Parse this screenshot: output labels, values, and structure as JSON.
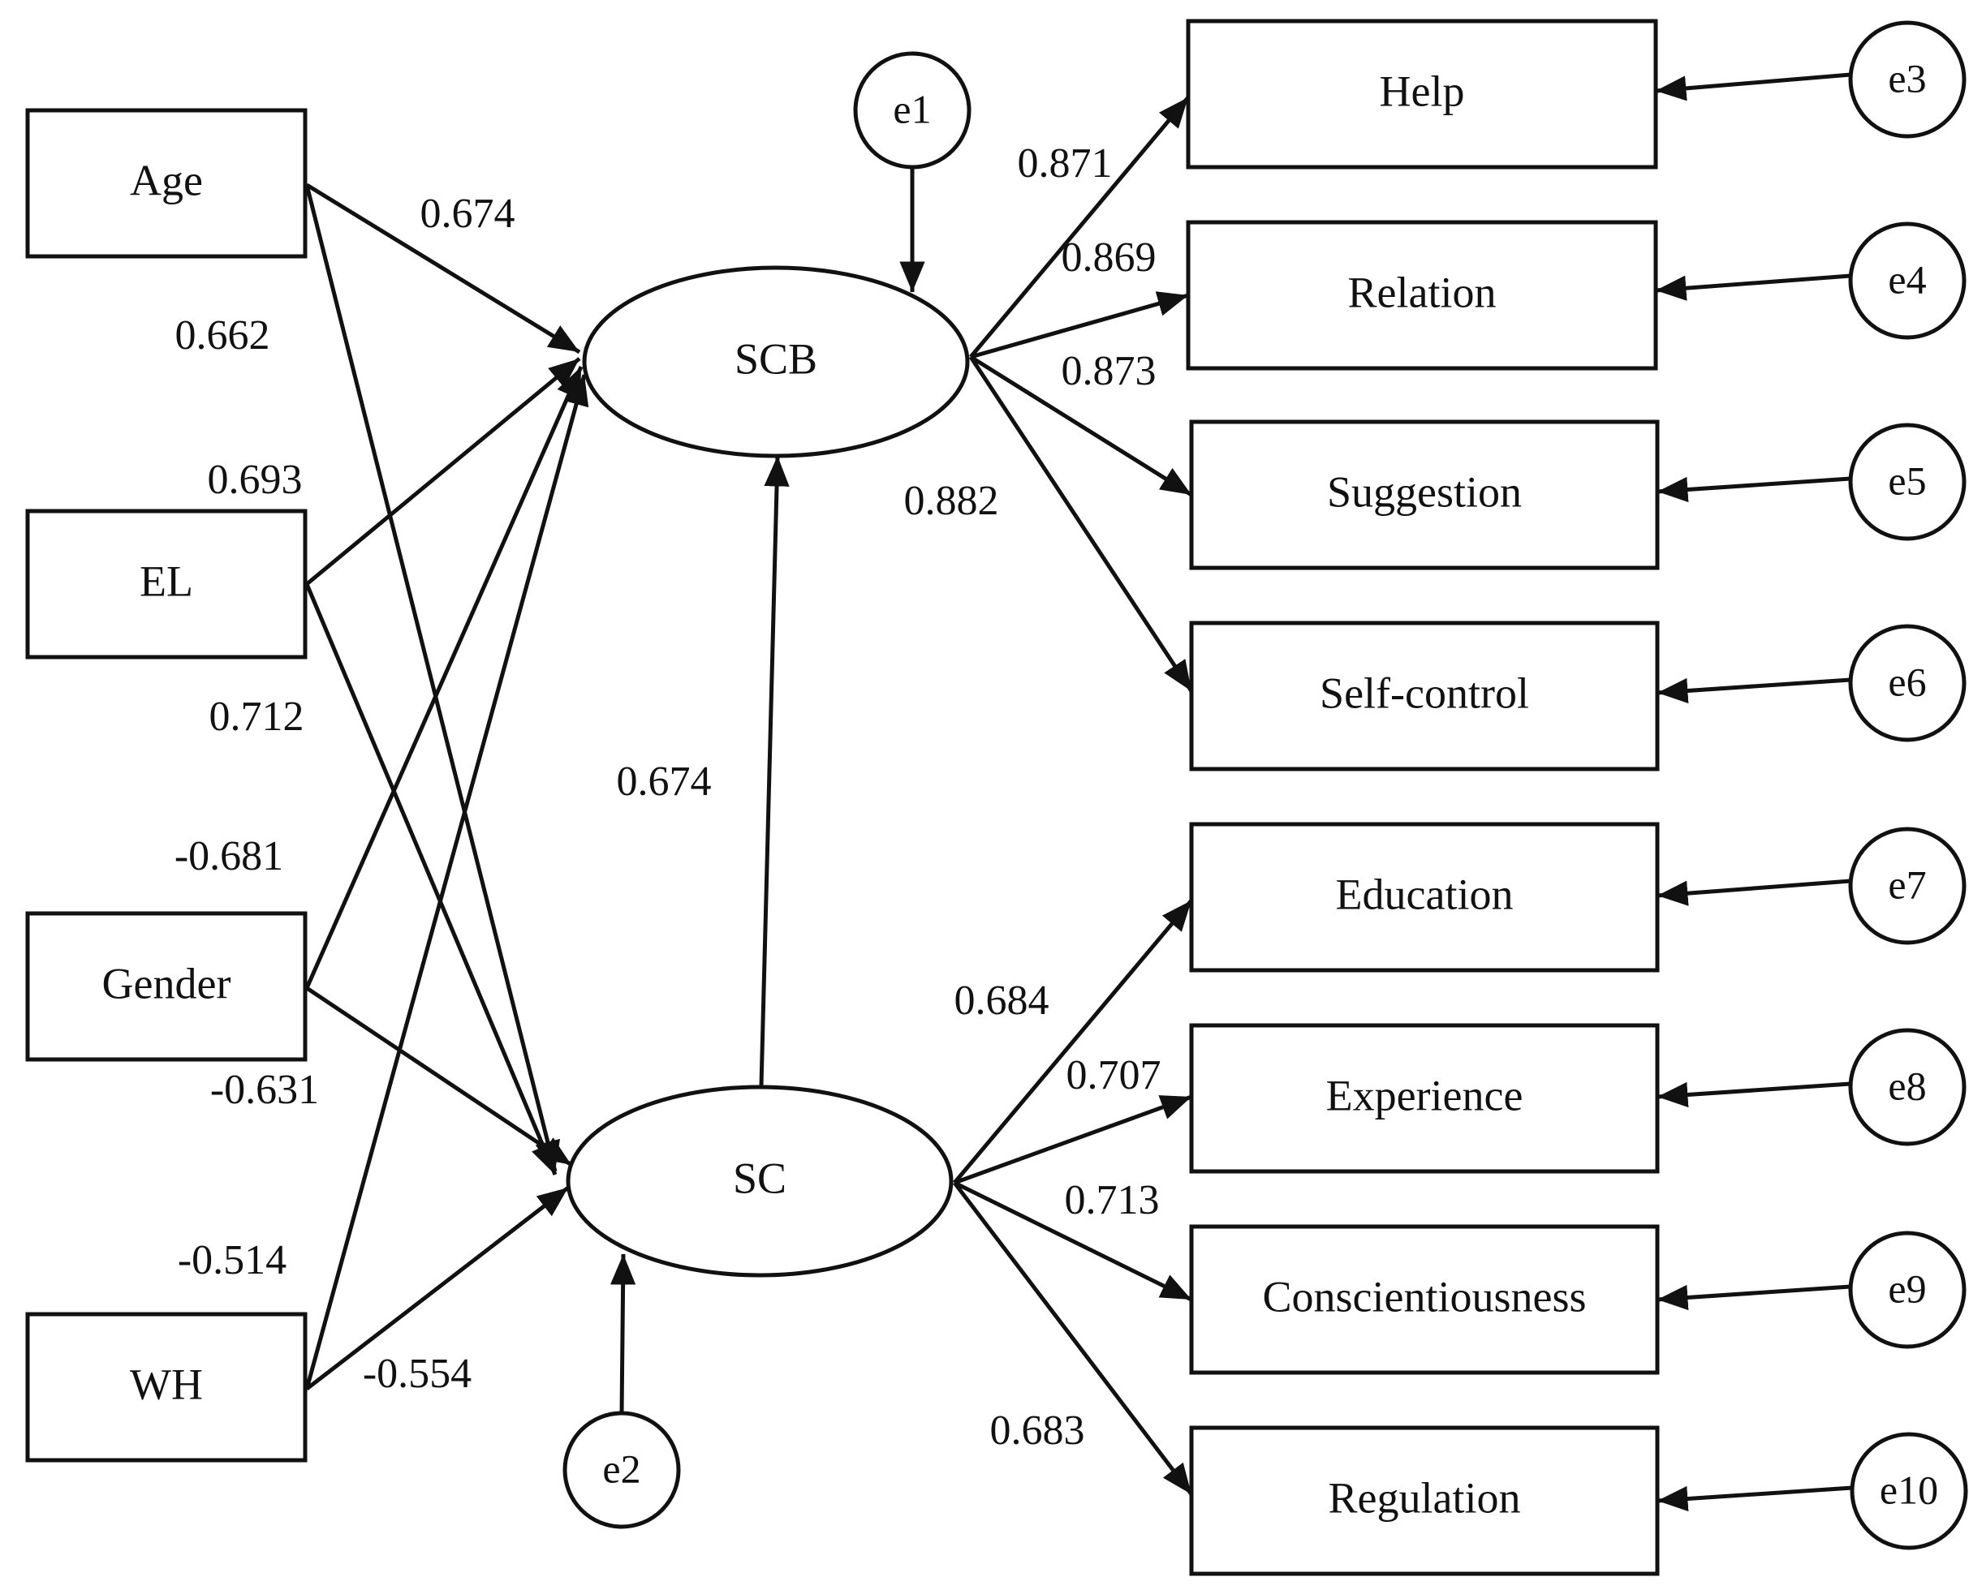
{
  "nodes": {
    "age": "Age",
    "el": "EL",
    "gender": "Gender",
    "wh": "WH",
    "scb": "SCB",
    "sc": "SC",
    "help": "Help",
    "relation": "Relation",
    "suggestion": "Suggestion",
    "self_control": "Self-control",
    "education": "Education",
    "experience": "Experience",
    "conscientiousness": "Conscientiousness",
    "regulation": "Regulation"
  },
  "errors": {
    "e1": "e1",
    "e2": "e2",
    "e3": "e3",
    "e4": "e4",
    "e5": "e5",
    "e6": "e6",
    "e7": "e7",
    "e8": "e8",
    "e9": "e9",
    "e10": "e10"
  },
  "coefficients": {
    "age_scb": "0.674",
    "age_sc": "0.662",
    "el_scb": "0.693",
    "el_sc": "0.712",
    "gender_scb": "-0.681",
    "gender_sc": "-0.631",
    "wh_scb": "-0.514",
    "wh_sc": "-0.554",
    "sc_scb": "0.674",
    "scb_help": "0.871",
    "scb_relation": "0.869",
    "scb_suggestion": "0.873",
    "scb_self_control": "0.882",
    "sc_education": "0.684",
    "sc_experience": "0.707",
    "sc_conscientiousness": "0.713",
    "sc_regulation": "0.683"
  }
}
